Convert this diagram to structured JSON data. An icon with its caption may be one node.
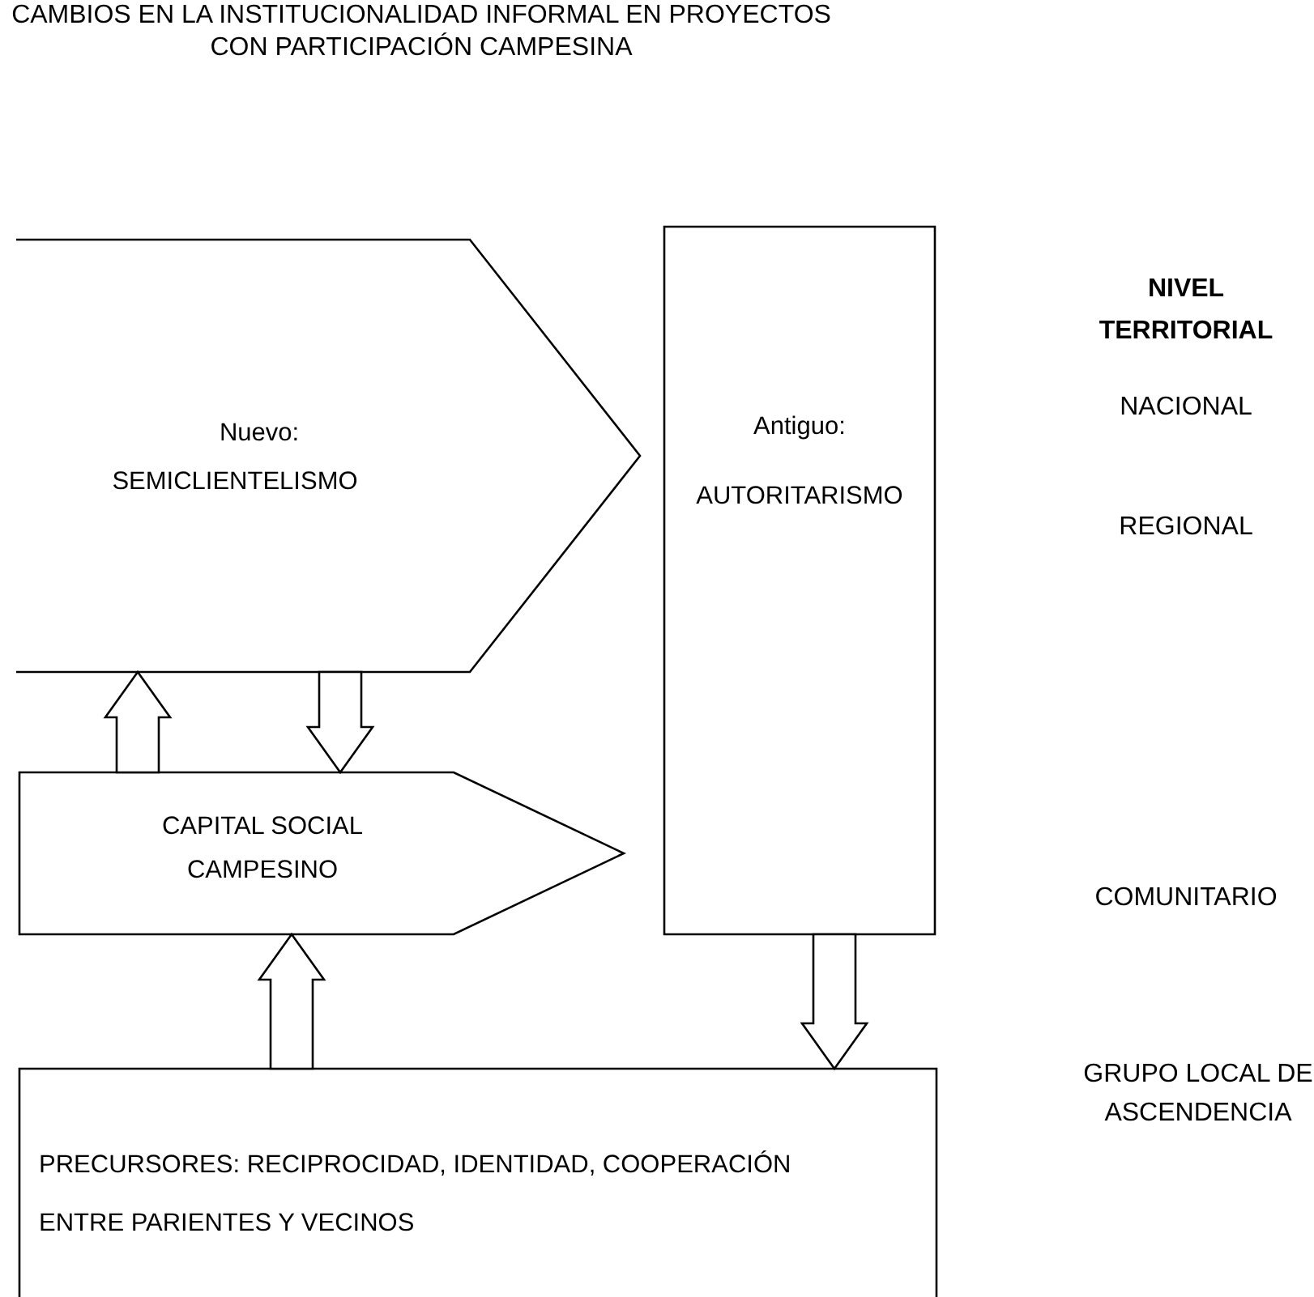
{
  "diagram": {
    "title": "CAMBIOS EN LA INSTITUCIONALIDAD INFORMAL EN PROYECTOS CON PARTICIPACIÓN CAMPESINA",
    "nodes": [
      {
        "text": [
          "Nuevo:",
          "SEMICLIENTELISMO"
        ]
      },
      {
        "text": [
          "Antiguo:",
          "AUTORITARISMO"
        ]
      },
      {
        "text": [
          "CAPITAL SOCIAL CAMPESINO"
        ]
      },
      {
        "text": [
          "PRECURSORES: RECIPROCIDAD, IDENTIDAD, COOPERACIÓN ENTRE PARIENTES Y VECINOS"
        ]
      }
    ],
    "edges": [
      {
        "from": 2,
        "to": 0,
        "arrow": "to"
      },
      {
        "from": 0,
        "to": 2,
        "arrow": "to"
      },
      {
        "from": 3,
        "to": 2,
        "arrow": "to"
      },
      {
        "from": 1,
        "to": 3,
        "arrow": "to"
      }
    ],
    "labels": [
      "NIVEL TERRITORIAL",
      "NACIONAL",
      "REGIONAL",
      "COMUNITARIO",
      "GRUPO LOCAL DE ASCENDENCIA"
    ]
  }
}
